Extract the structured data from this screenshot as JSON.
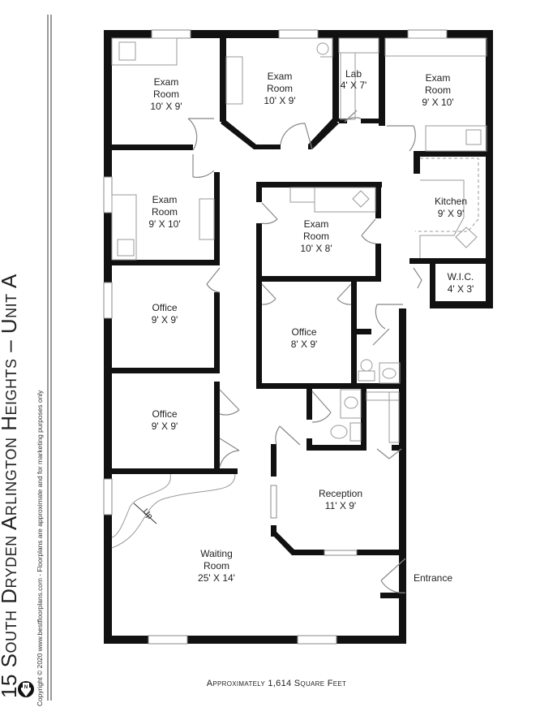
{
  "title": "15 South Dryden Arlington Heights – Unit A",
  "copyright": "Copyright © 2020  www.bestfloorplans.com - Floorplans are approximate and for marketing purposes only",
  "footer": "Approximately 1,614 Square Feet",
  "compass": {
    "label": "N",
    "icon": "north-arrow-icon"
  },
  "rooms": [
    {
      "name": "Exam Room",
      "dims": "10' X 9'"
    },
    {
      "name": "Exam Room",
      "dims": "10' X 9'"
    },
    {
      "name": "Lab",
      "dims": "4' X 7'"
    },
    {
      "name": "Exam Room",
      "dims": "9' X 10'"
    },
    {
      "name": "Exam Room",
      "dims": "9' X 10'"
    },
    {
      "name": "Exam Room",
      "dims": "10' X 8'"
    },
    {
      "name": "Kitchen",
      "dims": "9' X 9'"
    },
    {
      "name": "W.I.C.",
      "dims": "4' X 3'"
    },
    {
      "name": "Office",
      "dims": "9' X 9'"
    },
    {
      "name": "Office",
      "dims": "8' X 9'"
    },
    {
      "name": "Office",
      "dims": "9' X 9'"
    },
    {
      "name": "Reception",
      "dims": "11' X 9'"
    },
    {
      "name": "Waiting Room",
      "dims": "25' X 14'"
    }
  ],
  "labels": {
    "entrance": "Entrance",
    "stairs": "Up",
    "exam1_a": "Exam",
    "exam1_b": "Room",
    "exam2_a": "Exam",
    "exam2_b": "Room",
    "exam3_a": "Exam",
    "exam3_b": "Room",
    "exam4_a": "Exam",
    "exam4_b": "Room",
    "exam5_a": "Exam",
    "exam5_b": "Room",
    "waiting_a": "Waiting",
    "waiting_b": "Room"
  }
}
